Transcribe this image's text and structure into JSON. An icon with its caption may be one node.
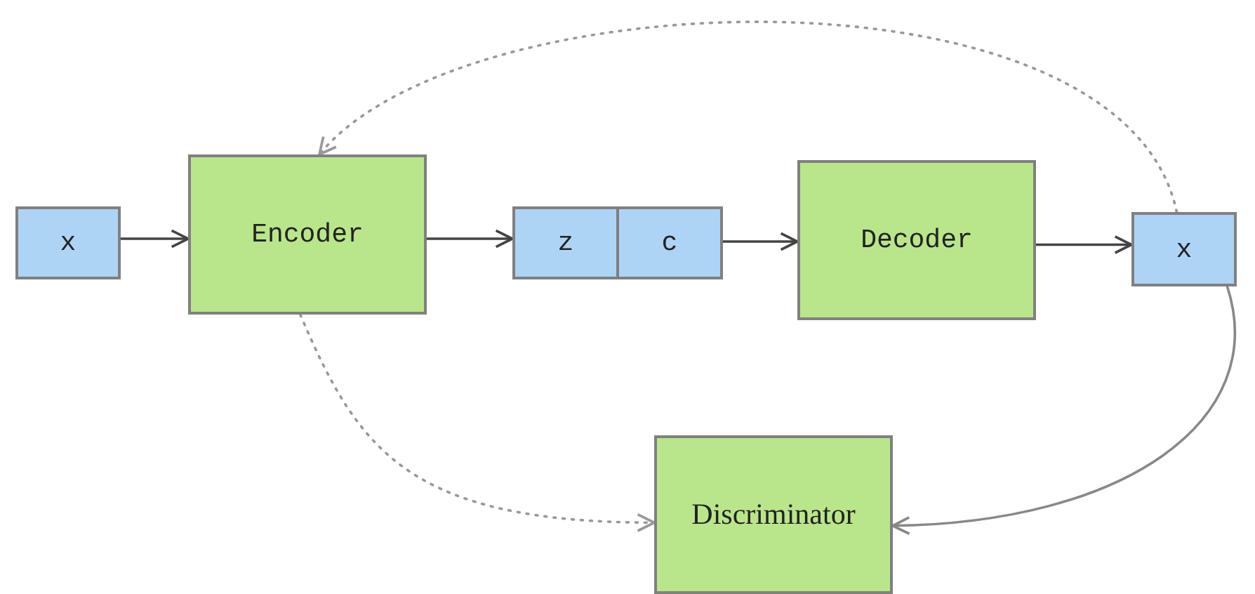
{
  "diagram": {
    "nodes": [
      {
        "text": [
          "x"
        ]
      },
      {
        "text": [
          "Encoder"
        ]
      },
      {
        "text": [
          "z"
        ]
      },
      {
        "text": [
          "c"
        ]
      },
      {
        "text": [
          "Decoder"
        ]
      },
      {
        "text": [
          "x"
        ]
      },
      {
        "text": [
          "Discriminator"
        ]
      }
    ],
    "edges": [
      {
        "from": 0,
        "to": 1,
        "arrow": "to"
      },
      {
        "from": 1,
        "to": 2,
        "arrow": "to"
      },
      {
        "from": 3,
        "to": 4,
        "arrow": "to"
      },
      {
        "from": 4,
        "to": 5,
        "arrow": "to"
      },
      {
        "from": 5,
        "to": 1,
        "arrow": "to",
        "style": "dashed",
        "color": "#999999"
      },
      {
        "from": 1,
        "to": 6,
        "arrow": "to",
        "style": "dashed",
        "color": "#999999"
      },
      {
        "from": 5,
        "to": 6,
        "arrow": "to",
        "color": "#888888"
      }
    ]
  }
}
